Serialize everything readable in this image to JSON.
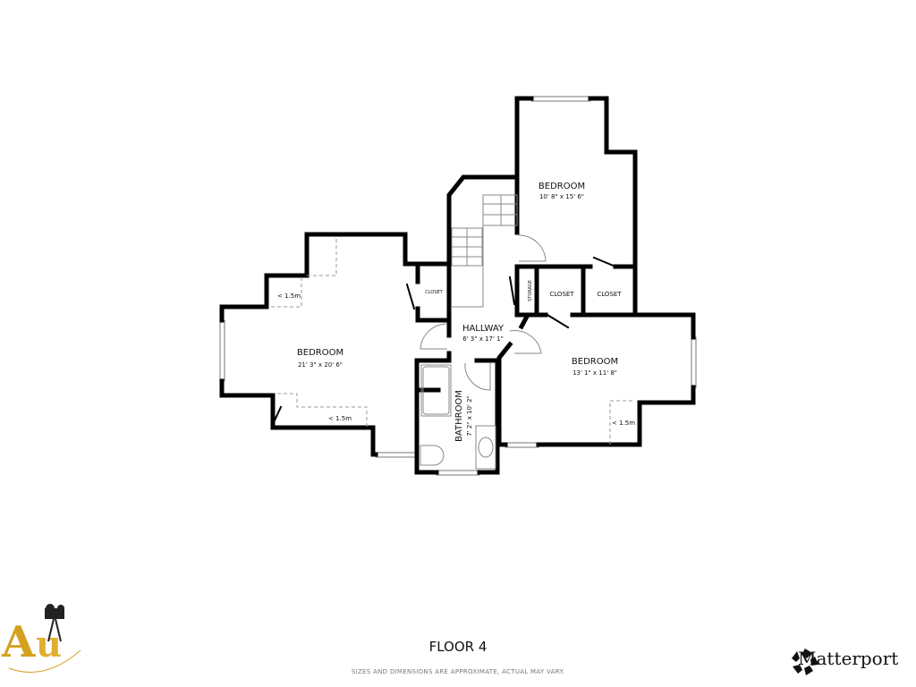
{
  "floor_title": "FLOOR 4",
  "disclaimer": "SIZES AND DIMENSIONS ARE APPROXIMATE, ACTUAL MAY VARY.",
  "brand": {
    "logo_left": "AU",
    "matterport": "Matterport"
  },
  "rooms": [
    {
      "name": "BEDROOM",
      "dims": "21' 3\" x 20' 6\""
    },
    {
      "name": "BEDROOM",
      "dims": "10' 8\" x 15' 6\""
    },
    {
      "name": "BEDROOM",
      "dims": "13' 1\" x 11' 8\""
    },
    {
      "name": "HALLWAY",
      "dims": "6' 3\" x 17' 1\""
    },
    {
      "name": "BATHROOM",
      "dims": "7' 2\" x 10' 2\""
    }
  ],
  "small_rooms": [
    "CLOSET",
    "CLOSET",
    "CLOSET",
    "STORAGE"
  ],
  "low_ceiling_label": "< 1.5m",
  "colors": {
    "wall": "#000000",
    "logo_gold": "#d4a020"
  }
}
